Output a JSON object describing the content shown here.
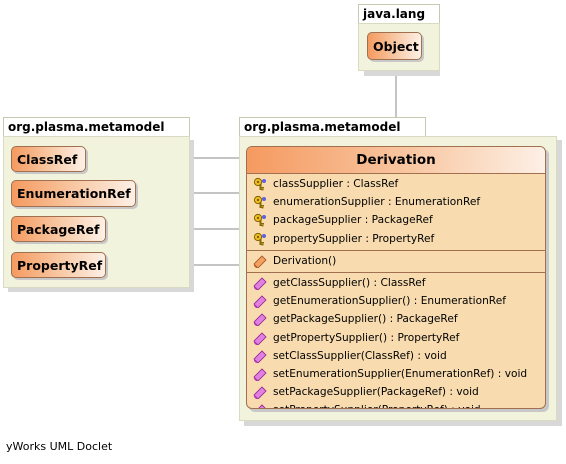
{
  "packages": {
    "java_lang": {
      "label": "java.lang",
      "classes": [
        "Object"
      ]
    },
    "left": {
      "label": "org.plasma.metamodel",
      "classes": [
        "ClassRef",
        "EnumerationRef",
        "PackageRef",
        "PropertyRef"
      ]
    },
    "right": {
      "label": "org.plasma.metamodel"
    }
  },
  "derivation": {
    "name": "Derivation",
    "fields": [
      "classSupplier : ClassRef",
      "enumerationSupplier : EnumerationRef",
      "packageSupplier : PackageRef",
      "propertySupplier : PropertyRef"
    ],
    "constructors": [
      "Derivation()"
    ],
    "methods": [
      "getClassSupplier() : ClassRef",
      "getEnumerationSupplier() : EnumerationRef",
      "getPackageSupplier() : PackageRef",
      "getPropertySupplier() : PropertyRef",
      "setClassSupplier(ClassRef) : void",
      "setEnumerationSupplier(EnumerationRef) : void",
      "setPackageSupplier(PackageRef) : void",
      "setPropertySupplier(PropertyRef) : void"
    ]
  },
  "icons": {
    "field": "key-field-icon",
    "constructor": "constructor-icon",
    "method": "method-icon"
  },
  "colors": {
    "class_header": "#f59a60",
    "class_body": "#f8dcb0",
    "package_bg": "#f2f3dc",
    "border": "#a07050"
  },
  "footer": "yWorks UML Doclet"
}
